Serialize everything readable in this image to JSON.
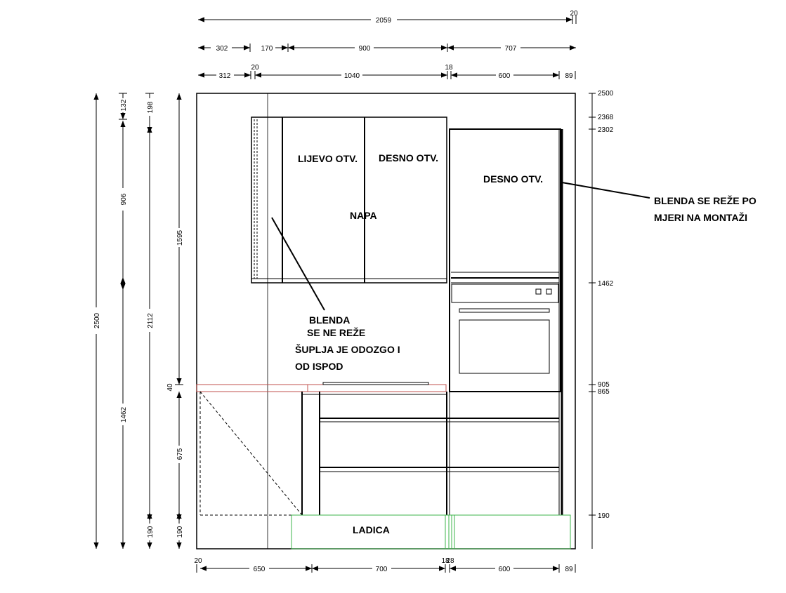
{
  "top_dims": {
    "overall": "2059",
    "overall_offset": "20",
    "row2": [
      "302",
      "170",
      "900",
      "707"
    ],
    "row3": [
      "312",
      "20",
      "1040",
      "18",
      "600",
      "89"
    ]
  },
  "bottom_dims": [
    "20",
    "650",
    "700",
    "18",
    "28",
    "600",
    "89"
  ],
  "left_dims": {
    "total": "2500",
    "col2": [
      "132",
      "906",
      "1462"
    ],
    "col3": [
      "198",
      "2112",
      "190"
    ],
    "col4": [
      "1595",
      "40",
      "675",
      "190"
    ]
  },
  "right_levels": [
    "2500",
    "2368",
    "2302",
    "1462",
    "905",
    "865",
    "190"
  ],
  "labels": {
    "lijevo": "LIJEVO OTV.",
    "desno_upper": "DESNO OTV.",
    "napa": "NAPA",
    "desno_tall": "DESNO OTV.",
    "blenda_right_1": "BLENDA SE REŽE PO",
    "blenda_right_2": "MJERI NA MONTAŽI",
    "blenda_left_1": "BLENDA",
    "blenda_left_2": "SE NE REŽE",
    "blenda_left_3": "ŠUPLJA JE ODOZGO I",
    "blenda_left_4": "OD ISPOD",
    "ladica": "LADICA"
  },
  "colors": {
    "worktop": "#c0504d",
    "plinth": "#3cb44b",
    "line": "#000000"
  }
}
